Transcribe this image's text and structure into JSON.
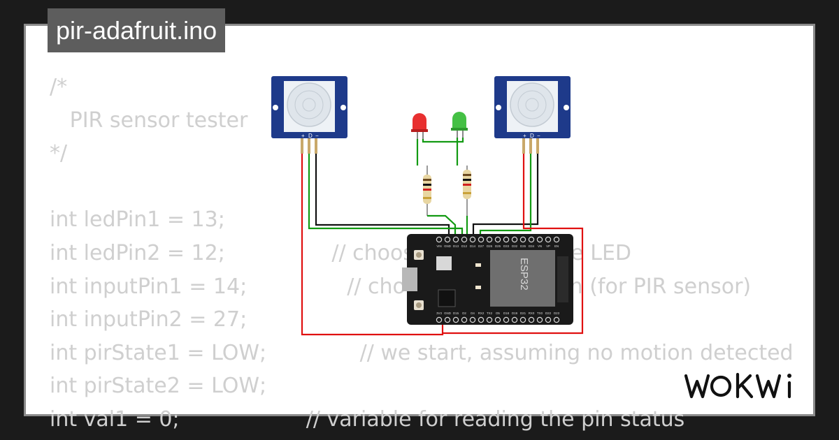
{
  "file_title": "pir-adafruit.ino",
  "code_lines": [
    "/*",
    "   PIR sensor tester",
    "*/",
    "",
    "int ledPin1 = 13;",
    "int ledPin2 = 12;                // choose the pin for the LED",
    "int inputPin1 = 14;               // choose the input pin (for PIR sensor)",
    "int inputPin2 = 27;",
    "int pirState1 = LOW;              // we start, assuming no motion detected",
    "int pirState2 = LOW;",
    "int val1 = 0;                   // variable for reading the pin status"
  ],
  "board": {
    "chip_label": "ESP32",
    "top_pins": [
      "VIN",
      "GND",
      "D13",
      "D12",
      "D14",
      "D27",
      "D26",
      "D25",
      "D33",
      "D32",
      "D35",
      "D34",
      "VN",
      "VP",
      "EN"
    ],
    "bottom_pins": [
      "3V3",
      "GND",
      "D15",
      "D2",
      "D4",
      "RX2",
      "TX2",
      "D5",
      "D18",
      "D19",
      "D21",
      "RX0",
      "TX0",
      "D22",
      "D23"
    ]
  },
  "pir_sensor_pins": [
    "+",
    "D",
    "−"
  ],
  "logo_text": "WOKWI",
  "colors": {
    "background": "#1b1b1b",
    "frame_border": "#8a8a8a",
    "code_text": "#cfcfcf",
    "title_badge": "#5d5d5d",
    "board": "#1a1a1a",
    "chip": "#6f6f6f",
    "pir_board": "#1e3a8a",
    "wire_red": "#e01010",
    "wire_green": "#129a12",
    "wire_black": "#111111",
    "led_red": "#e83030",
    "led_green": "#44c044"
  }
}
